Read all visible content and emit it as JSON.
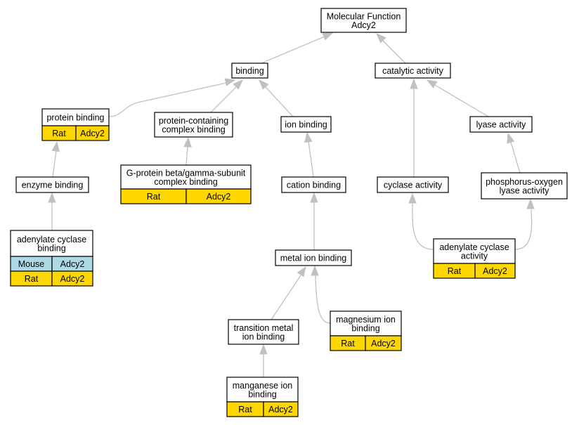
{
  "nodes": {
    "mf": {
      "lines": [
        "Molecular Function",
        "Adcy2"
      ]
    },
    "binding": {
      "lines": [
        "binding"
      ]
    },
    "catalytic": {
      "lines": [
        "catalytic activity"
      ]
    },
    "protein": {
      "lines": [
        "protein binding"
      ],
      "rows": [
        [
          "Rat",
          "Adcy2"
        ]
      ]
    },
    "complex": {
      "lines": [
        "protein-containing",
        "complex binding"
      ]
    },
    "ion": {
      "lines": [
        "ion binding"
      ]
    },
    "lyase": {
      "lines": [
        "lyase activity"
      ]
    },
    "enzyme": {
      "lines": [
        "enzyme binding"
      ]
    },
    "gprotein": {
      "lines": [
        "G-protein beta/gamma-subunit",
        "complex binding"
      ],
      "rows": [
        [
          "Rat",
          "Adcy2"
        ]
      ]
    },
    "cation": {
      "lines": [
        "cation binding"
      ]
    },
    "cyclase": {
      "lines": [
        "cyclase activity"
      ]
    },
    "phospho": {
      "lines": [
        "phosphorus-oxygen",
        "lyase activity"
      ]
    },
    "acbinding": {
      "lines": [
        "adenylate cyclase",
        "binding"
      ],
      "rows": [
        [
          "Mouse",
          "Adcy2"
        ],
        [
          "Rat",
          "Adcy2"
        ]
      ]
    },
    "acactivity": {
      "lines": [
        "adenylate cyclase",
        "activity"
      ],
      "rows": [
        [
          "Rat",
          "Adcy2"
        ]
      ]
    },
    "metal": {
      "lines": [
        "metal ion binding"
      ]
    },
    "transition": {
      "lines": [
        "transition metal",
        "ion binding"
      ]
    },
    "magnesium": {
      "lines": [
        "magnesium ion",
        "binding"
      ],
      "rows": [
        [
          "Rat",
          "Adcy2"
        ]
      ]
    },
    "manganese": {
      "lines": [
        "manganese ion",
        "binding"
      ],
      "rows": [
        [
          "Rat",
          "Adcy2"
        ]
      ]
    }
  },
  "colors": {
    "rat_annotation": "#ffd700",
    "mouse_annotation": "#add8e6",
    "edge": "#c0c0c0"
  }
}
